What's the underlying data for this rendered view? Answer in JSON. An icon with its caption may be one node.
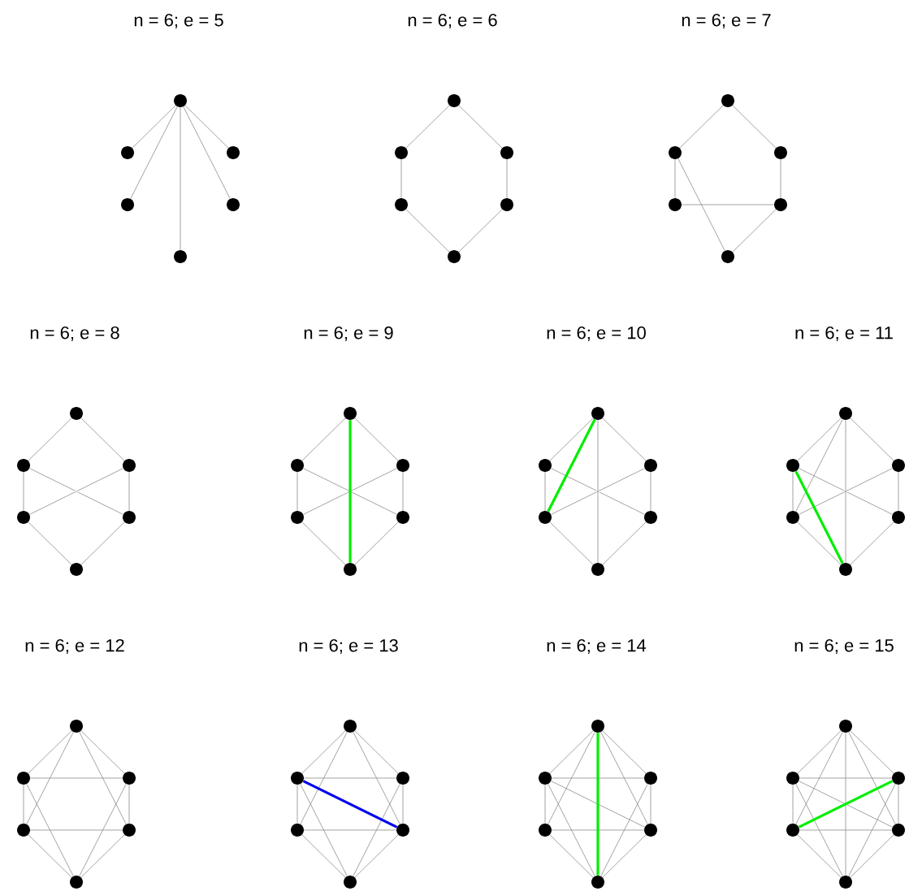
{
  "diagram": {
    "nodes": [
      {
        "text": [],
        "shape": "circle"
      },
      {
        "text": [],
        "shape": "circle"
      },
      {
        "text": [],
        "shape": "circle"
      },
      {
        "text": [],
        "shape": "circle"
      },
      {
        "text": [],
        "shape": "circle"
      },
      {
        "text": [],
        "shape": "circle"
      },
      {
        "text": [],
        "shape": "circle"
      },
      {
        "text": [],
        "shape": "circle"
      },
      {
        "text": [],
        "shape": "circle"
      },
      {
        "text": [],
        "shape": "circle"
      },
      {
        "text": [],
        "shape": "circle"
      },
      {
        "text": [],
        "shape": "circle"
      },
      {
        "text": [],
        "shape": "circle"
      },
      {
        "text": [],
        "shape": "circle"
      },
      {
        "text": [],
        "shape": "circle"
      },
      {
        "text": [],
        "shape": "circle"
      },
      {
        "text": [],
        "shape": "circle"
      },
      {
        "text": [],
        "shape": "circle"
      },
      {
        "text": [],
        "shape": "circle"
      },
      {
        "text": [],
        "shape": "circle"
      },
      {
        "text": [],
        "shape": "circle"
      },
      {
        "text": [],
        "shape": "circle"
      },
      {
        "text": [],
        "shape": "circle"
      },
      {
        "text": [],
        "shape": "circle"
      },
      {
        "text": [],
        "shape": "circle"
      },
      {
        "text": [],
        "shape": "circle"
      },
      {
        "text": [],
        "shape": "circle"
      },
      {
        "text": [],
        "shape": "circle"
      },
      {
        "text": [],
        "shape": "circle"
      },
      {
        "text": [],
        "shape": "circle"
      },
      {
        "text": [],
        "shape": "circle"
      },
      {
        "text": [],
        "shape": "circle"
      },
      {
        "text": [],
        "shape": "circle"
      },
      {
        "text": [],
        "shape": "circle"
      },
      {
        "text": [],
        "shape": "circle"
      },
      {
        "text": [],
        "shape": "circle"
      },
      {
        "text": [],
        "shape": "circle"
      },
      {
        "text": [],
        "shape": "circle"
      },
      {
        "text": [],
        "shape": "circle"
      },
      {
        "text": [],
        "shape": "circle"
      },
      {
        "text": [],
        "shape": "circle"
      },
      {
        "text": [],
        "shape": "circle"
      },
      {
        "text": [],
        "shape": "circle"
      },
      {
        "text": [],
        "shape": "circle"
      },
      {
        "text": [],
        "shape": "circle"
      },
      {
        "text": [],
        "shape": "circle"
      },
      {
        "text": [],
        "shape": "circle"
      },
      {
        "text": [],
        "shape": "circle"
      },
      {
        "text": [],
        "shape": "circle"
      },
      {
        "text": [],
        "shape": "circle"
      },
      {
        "text": [],
        "shape": "circle"
      },
      {
        "text": [],
        "shape": "circle"
      },
      {
        "text": [],
        "shape": "circle"
      },
      {
        "text": [],
        "shape": "circle"
      },
      {
        "text": [],
        "shape": "circle"
      },
      {
        "text": [],
        "shape": "circle"
      },
      {
        "text": [],
        "shape": "circle"
      },
      {
        "text": [],
        "shape": "circle"
      },
      {
        "text": [],
        "shape": "circle"
      },
      {
        "text": [],
        "shape": "circle"
      },
      {
        "text": [],
        "shape": "circle"
      },
      {
        "text": [],
        "shape": "circle"
      },
      {
        "text": [],
        "shape": "circle"
      },
      {
        "text": [],
        "shape": "circle"
      },
      {
        "text": [],
        "shape": "circle"
      },
      {
        "text": [],
        "shape": "circle"
      }
    ],
    "edges": [
      {
        "from": 0,
        "to": 1,
        "arrow": "none"
      },
      {
        "from": 0,
        "to": 3,
        "arrow": "none"
      },
      {
        "from": 0,
        "to": 5,
        "arrow": "none"
      },
      {
        "from": 0,
        "to": 4,
        "arrow": "none"
      },
      {
        "from": 0,
        "to": 2,
        "arrow": "none"
      },
      {
        "from": 6,
        "to": 7,
        "arrow": "none"
      },
      {
        "from": 6,
        "to": 8,
        "arrow": "none"
      },
      {
        "from": 7,
        "to": 9,
        "arrow": "none"
      },
      {
        "from": 8,
        "to": 10,
        "arrow": "none"
      },
      {
        "from": 9,
        "to": 11,
        "arrow": "none"
      },
      {
        "from": 10,
        "to": 11,
        "arrow": "none"
      },
      {
        "from": 12,
        "to": 13,
        "arrow": "none"
      },
      {
        "from": 12,
        "to": 14,
        "arrow": "none"
      },
      {
        "from": 13,
        "to": 15,
        "arrow": "none"
      },
      {
        "from": 14,
        "to": 16,
        "arrow": "none"
      },
      {
        "from": 15,
        "to": 16,
        "arrow": "none"
      },
      {
        "from": 13,
        "to": 17,
        "arrow": "none"
      },
      {
        "from": 16,
        "to": 17,
        "arrow": "none"
      },
      {
        "from": 18,
        "to": 19,
        "arrow": "none"
      },
      {
        "from": 18,
        "to": 20,
        "arrow": "none"
      },
      {
        "from": 19,
        "to": 21,
        "arrow": "none"
      },
      {
        "from": 20,
        "to": 22,
        "arrow": "none"
      },
      {
        "from": 19,
        "to": 22,
        "arrow": "none"
      },
      {
        "from": 20,
        "to": 21,
        "arrow": "none"
      },
      {
        "from": 21,
        "to": 23,
        "arrow": "none"
      },
      {
        "from": 22,
        "to": 23,
        "arrow": "none"
      },
      {
        "from": 24,
        "to": 25,
        "arrow": "none"
      },
      {
        "from": 24,
        "to": 26,
        "arrow": "none"
      },
      {
        "from": 25,
        "to": 27,
        "arrow": "none"
      },
      {
        "from": 26,
        "to": 28,
        "arrow": "none"
      },
      {
        "from": 25,
        "to": 28,
        "arrow": "none"
      },
      {
        "from": 26,
        "to": 27,
        "arrow": "none"
      },
      {
        "from": 27,
        "to": 29,
        "arrow": "none"
      },
      {
        "from": 28,
        "to": 29,
        "arrow": "none"
      },
      {
        "from": 24,
        "to": 29,
        "arrow": "none",
        "style": "thick",
        "color": "#00ee00"
      },
      {
        "from": 30,
        "to": 31,
        "arrow": "none"
      },
      {
        "from": 30,
        "to": 32,
        "arrow": "none"
      },
      {
        "from": 31,
        "to": 33,
        "arrow": "none"
      },
      {
        "from": 32,
        "to": 34,
        "arrow": "none"
      },
      {
        "from": 33,
        "to": 35,
        "arrow": "none"
      },
      {
        "from": 34,
        "to": 35,
        "arrow": "none"
      },
      {
        "from": 31,
        "to": 34,
        "arrow": "none"
      },
      {
        "from": 32,
        "to": 33,
        "arrow": "none"
      },
      {
        "from": 30,
        "to": 35,
        "arrow": "none"
      },
      {
        "from": 30,
        "to": 33,
        "arrow": "none",
        "style": "thick",
        "color": "#00ee00"
      },
      {
        "from": 36,
        "to": 37,
        "arrow": "none"
      },
      {
        "from": 36,
        "to": 38,
        "arrow": "none"
      },
      {
        "from": 37,
        "to": 39,
        "arrow": "none"
      },
      {
        "from": 38,
        "to": 40,
        "arrow": "none"
      },
      {
        "from": 39,
        "to": 41,
        "arrow": "none"
      },
      {
        "from": 40,
        "to": 41,
        "arrow": "none"
      },
      {
        "from": 37,
        "to": 40,
        "arrow": "none"
      },
      {
        "from": 38,
        "to": 39,
        "arrow": "none"
      },
      {
        "from": 36,
        "to": 41,
        "arrow": "none"
      },
      {
        "from": 36,
        "to": 39,
        "arrow": "none"
      },
      {
        "from": 37,
        "to": 41,
        "arrow": "none",
        "style": "thick",
        "color": "#00ee00"
      },
      {
        "from": 42,
        "to": 43,
        "arrow": "none"
      },
      {
        "from": 42,
        "to": 44,
        "arrow": "none"
      },
      {
        "from": 43,
        "to": 45,
        "arrow": "none"
      },
      {
        "from": 44,
        "to": 46,
        "arrow": "none"
      },
      {
        "from": 45,
        "to": 47,
        "arrow": "none"
      },
      {
        "from": 46,
        "to": 47,
        "arrow": "none"
      },
      {
        "from": 43,
        "to": 44,
        "arrow": "none"
      },
      {
        "from": 45,
        "to": 46,
        "arrow": "none"
      },
      {
        "from": 42,
        "to": 45,
        "arrow": "none"
      },
      {
        "from": 42,
        "to": 46,
        "arrow": "none"
      },
      {
        "from": 43,
        "to": 47,
        "arrow": "none"
      },
      {
        "from": 44,
        "to": 47,
        "arrow": "none"
      },
      {
        "from": 48,
        "to": 49,
        "arrow": "none"
      },
      {
        "from": 48,
        "to": 50,
        "arrow": "none"
      },
      {
        "from": 49,
        "to": 51,
        "arrow": "none"
      },
      {
        "from": 50,
        "to": 52,
        "arrow": "none"
      },
      {
        "from": 51,
        "to": 53,
        "arrow": "none"
      },
      {
        "from": 52,
        "to": 53,
        "arrow": "none"
      },
      {
        "from": 49,
        "to": 50,
        "arrow": "none"
      },
      {
        "from": 51,
        "to": 52,
        "arrow": "none"
      },
      {
        "from": 48,
        "to": 51,
        "arrow": "none"
      },
      {
        "from": 48,
        "to": 52,
        "arrow": "none"
      },
      {
        "from": 49,
        "to": 53,
        "arrow": "none"
      },
      {
        "from": 50,
        "to": 53,
        "arrow": "none"
      },
      {
        "from": 49,
        "to": 52,
        "arrow": "none",
        "style": "thick",
        "color": "#0000ee"
      },
      {
        "from": 54,
        "to": 55,
        "arrow": "none"
      },
      {
        "from": 54,
        "to": 56,
        "arrow": "none"
      },
      {
        "from": 55,
        "to": 57,
        "arrow": "none"
      },
      {
        "from": 56,
        "to": 58,
        "arrow": "none"
      },
      {
        "from": 57,
        "to": 59,
        "arrow": "none"
      },
      {
        "from": 58,
        "to": 59,
        "arrow": "none"
      },
      {
        "from": 55,
        "to": 56,
        "arrow": "none"
      },
      {
        "from": 57,
        "to": 58,
        "arrow": "none"
      },
      {
        "from": 54,
        "to": 57,
        "arrow": "none"
      },
      {
        "from": 54,
        "to": 58,
        "arrow": "none"
      },
      {
        "from": 55,
        "to": 59,
        "arrow": "none"
      },
      {
        "from": 56,
        "to": 59,
        "arrow": "none"
      },
      {
        "from": 55,
        "to": 58,
        "arrow": "none"
      },
      {
        "from": 54,
        "to": 59,
        "arrow": "none",
        "style": "thick",
        "color": "#00ee00"
      },
      {
        "from": 60,
        "to": 61,
        "arrow": "none"
      },
      {
        "from": 60,
        "to": 62,
        "arrow": "none"
      },
      {
        "from": 61,
        "to": 63,
        "arrow": "none"
      },
      {
        "from": 62,
        "to": 64,
        "arrow": "none"
      },
      {
        "from": 63,
        "to": 65,
        "arrow": "none"
      },
      {
        "from": 64,
        "to": 65,
        "arrow": "none"
      },
      {
        "from": 61,
        "to": 62,
        "arrow": "none"
      },
      {
        "from": 63,
        "to": 64,
        "arrow": "none"
      },
      {
        "from": 60,
        "to": 63,
        "arrow": "none"
      },
      {
        "from": 60,
        "to": 64,
        "arrow": "none"
      },
      {
        "from": 61,
        "to": 65,
        "arrow": "none"
      },
      {
        "from": 62,
        "to": 65,
        "arrow": "none"
      },
      {
        "from": 61,
        "to": 64,
        "arrow": "none"
      },
      {
        "from": 60,
        "to": 65,
        "arrow": "none"
      },
      {
        "from": 62,
        "to": 63,
        "arrow": "none",
        "style": "thick",
        "color": "#00ee00"
      }
    ],
    "labels": [
      "n = 6; e = 5",
      "n = 6; e = 6",
      "n = 6; e = 7",
      "n = 6; e = 8",
      "n = 6; e = 9",
      "n = 6; e = 10",
      "n = 6; e = 11",
      "n = 6; e = 12",
      "n = 6; e = 13",
      "n = 6; e = 14",
      "n = 6; e = 15"
    ]
  }
}
